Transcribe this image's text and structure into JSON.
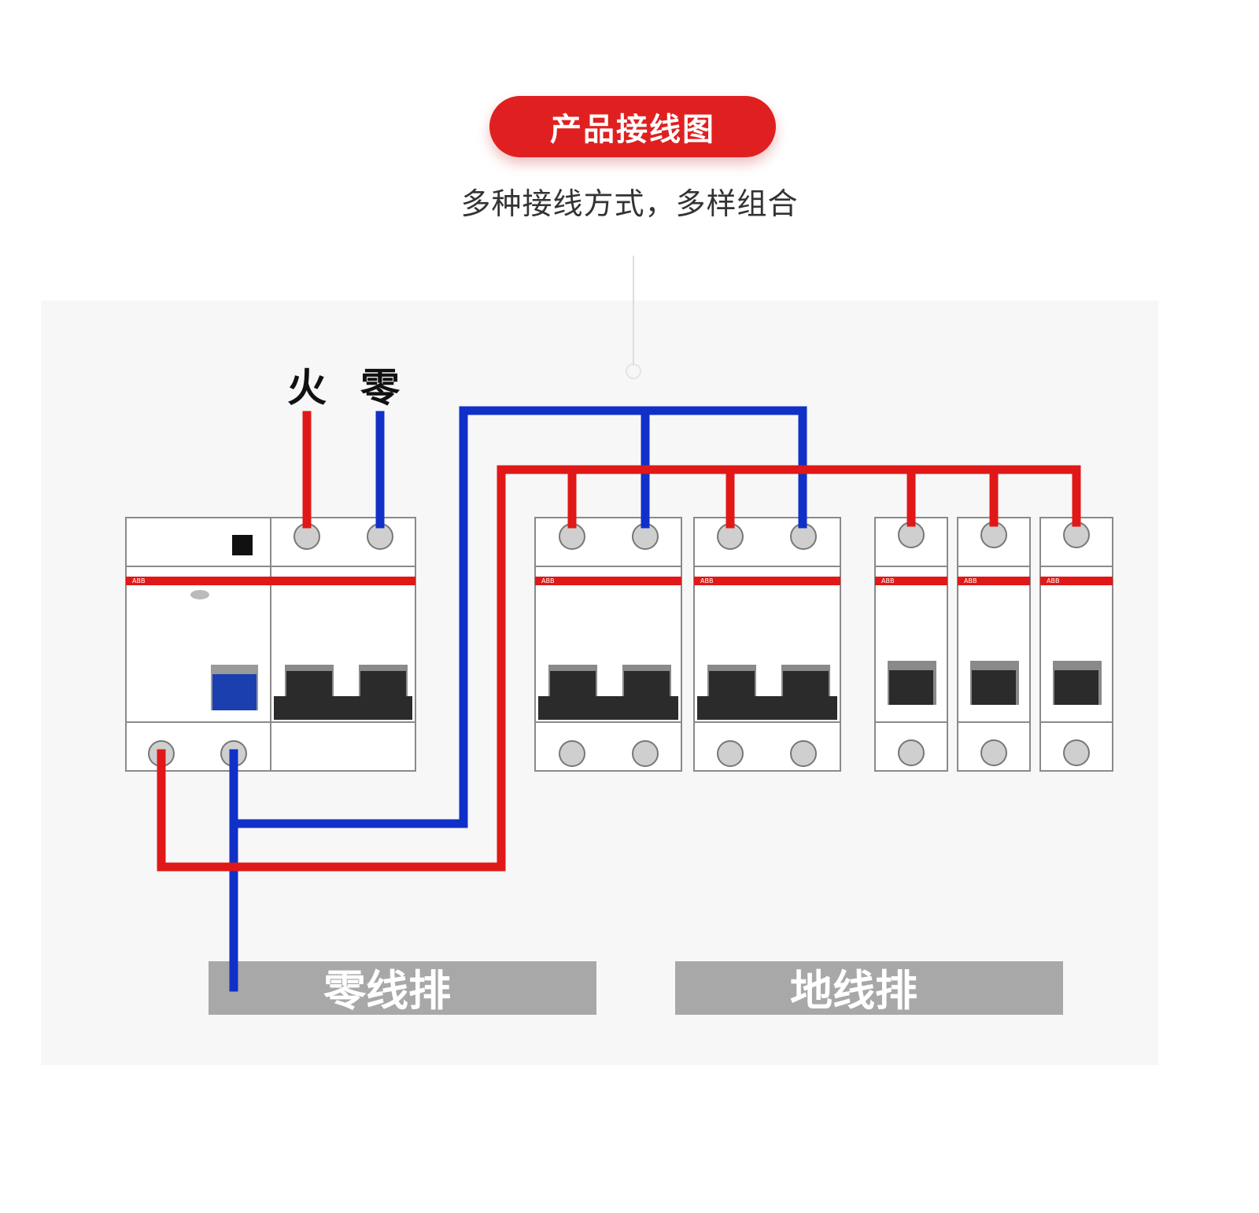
{
  "header": {
    "title": "产品接线图",
    "subtitle": "多种接线方式，多样组合"
  },
  "terminals": {
    "live_label": "火",
    "neutral_label": "零"
  },
  "buses": {
    "neutral_bar": "零线排",
    "ground_bar": "地线排"
  },
  "brand_mark": "ABB",
  "colors": {
    "live_wire": "#e01818",
    "neutral_wire": "#1030c8",
    "pill_bg": "#e02020",
    "bar_bg": "#a8a8a8",
    "handle_black": "#2b2b2b",
    "rcd_button_blue": "#1c3fb0",
    "terminal_gray": "#cfcfcf"
  },
  "devices": [
    {
      "type": "rcbo-2p",
      "count": 1
    },
    {
      "type": "mcb-2p",
      "count": 2
    },
    {
      "type": "mcb-1p",
      "count": 3
    }
  ]
}
